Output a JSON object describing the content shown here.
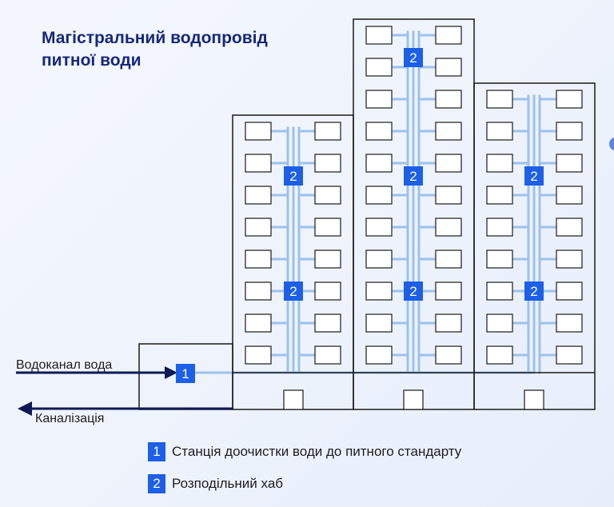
{
  "title": {
    "line1": "Магістральний водопровід",
    "line2": "питної води"
  },
  "labels": {
    "water_in": "Водоканал вода",
    "sewage": "Каналізація"
  },
  "markers": {
    "station": "1",
    "hub": "2"
  },
  "legend": [
    {
      "key": "1",
      "text": "Станція доочистки води до питного стандарту"
    },
    {
      "key": "2",
      "text": "Розподільний хаб"
    }
  ],
  "colors": {
    "title": "#16287a",
    "pipe": "#9cc2ec",
    "marker": "#1d5fe6",
    "arrow": "#0c1a55",
    "outline": "#1a1a1a"
  }
}
